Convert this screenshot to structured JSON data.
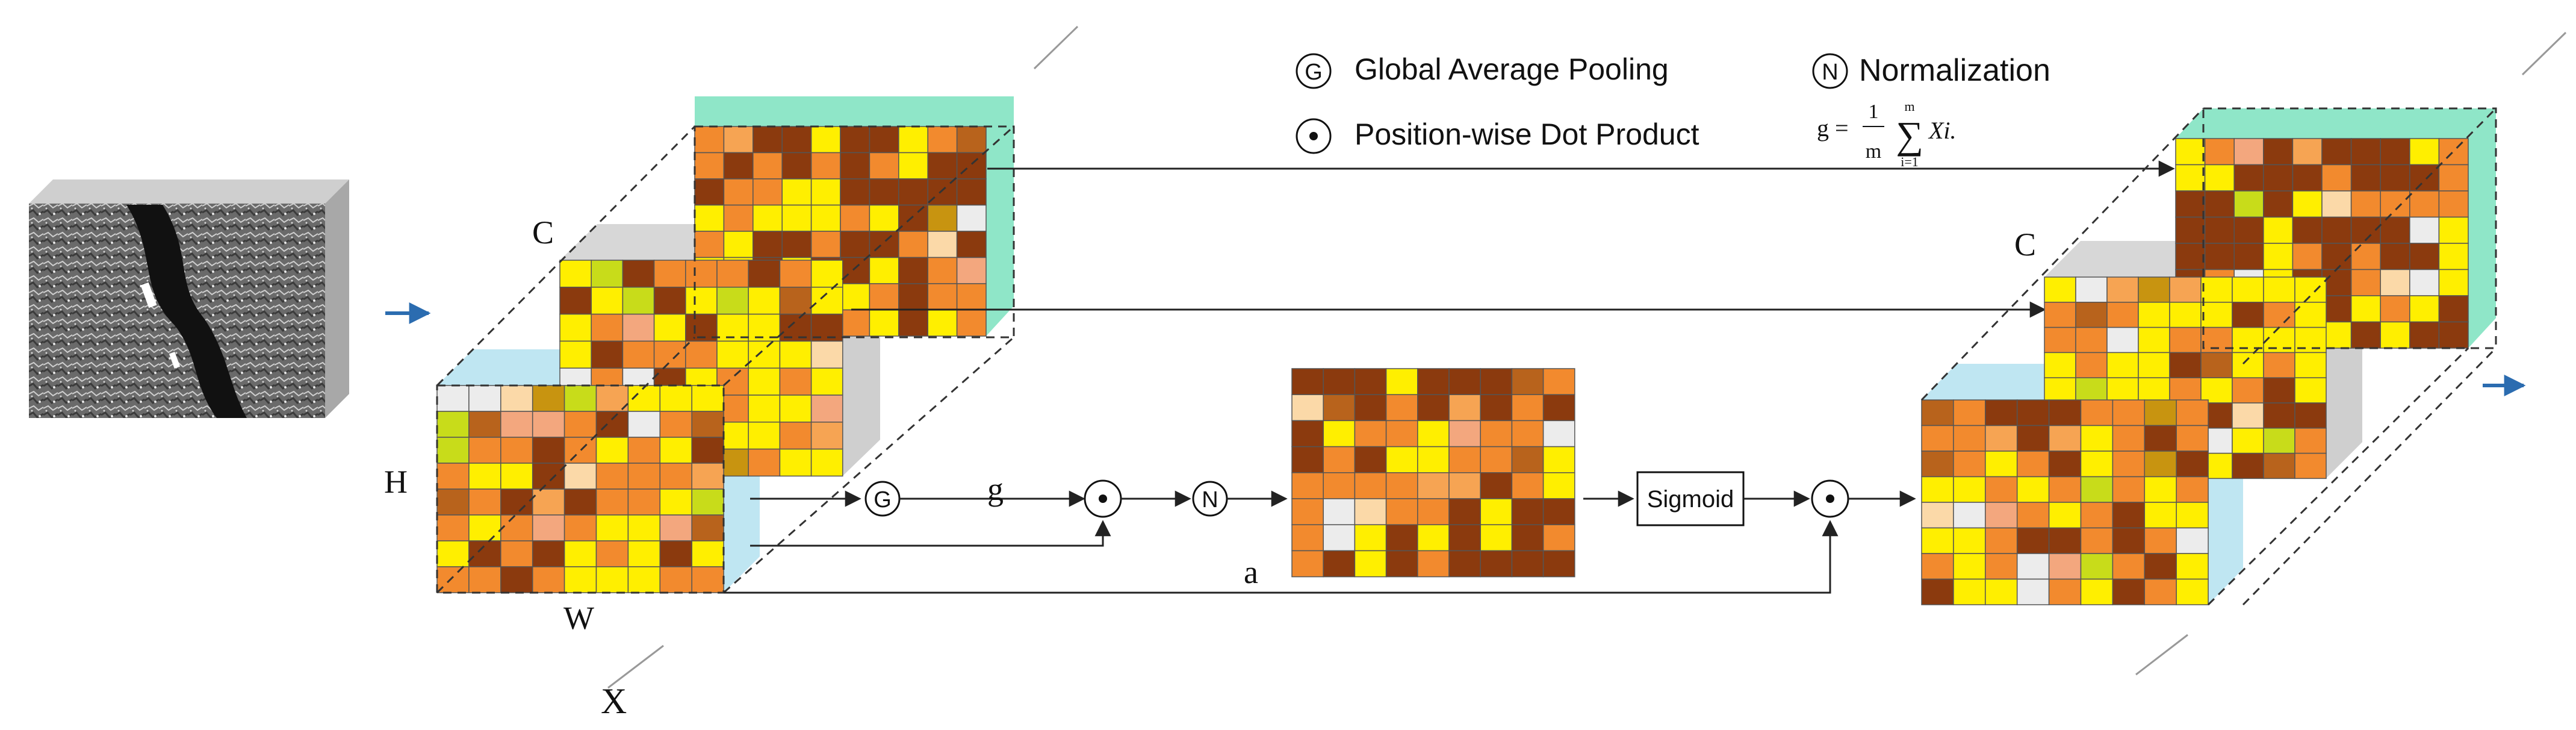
{
  "legend": {
    "gap_symbol": "G",
    "gap_label": "Global Average Pooling",
    "dot_label": "Position-wise Dot Product",
    "norm_symbol": "N",
    "norm_label": "Normalization",
    "formula": {
      "lhs": "g =",
      "numerator": "1",
      "denominator": "m",
      "sum_upper": "m",
      "sum_symbol": "∑",
      "sum_lower": "i=1",
      "term": "Xi."
    }
  },
  "labels": {
    "input_c": "C",
    "input_h": "H",
    "input_w": "W",
    "input_x": "X",
    "output_c": "C",
    "g_text": "g",
    "a_text": "a"
  },
  "flow": {
    "gap_symbol": "G",
    "norm_symbol": "N",
    "sigmoid_label": "Sigmoid"
  },
  "colors": {
    "dark_brown": "#8b3a0e",
    "orange": "#f28a2e",
    "light_orange": "#f6a453",
    "yellow": "#ffef00",
    "pale": "#fbd9a8",
    "salmon": "#f3a77e",
    "light_gray": "#ececec",
    "gold": "#c89410",
    "lime": "#c8dc1a",
    "mid_brown": "#b8631c",
    "cyan_face": "#bfe6f2",
    "teal_face": "#8fe6c8",
    "gray_face": "#cfcfcf",
    "arrow_blue": "#2b6cb0"
  },
  "icons": {
    "input_image": "sar-image-icon",
    "gap_operator": "global-average-pooling-icon",
    "dot_operator": "dot-product-icon",
    "norm_operator": "normalization-icon"
  }
}
